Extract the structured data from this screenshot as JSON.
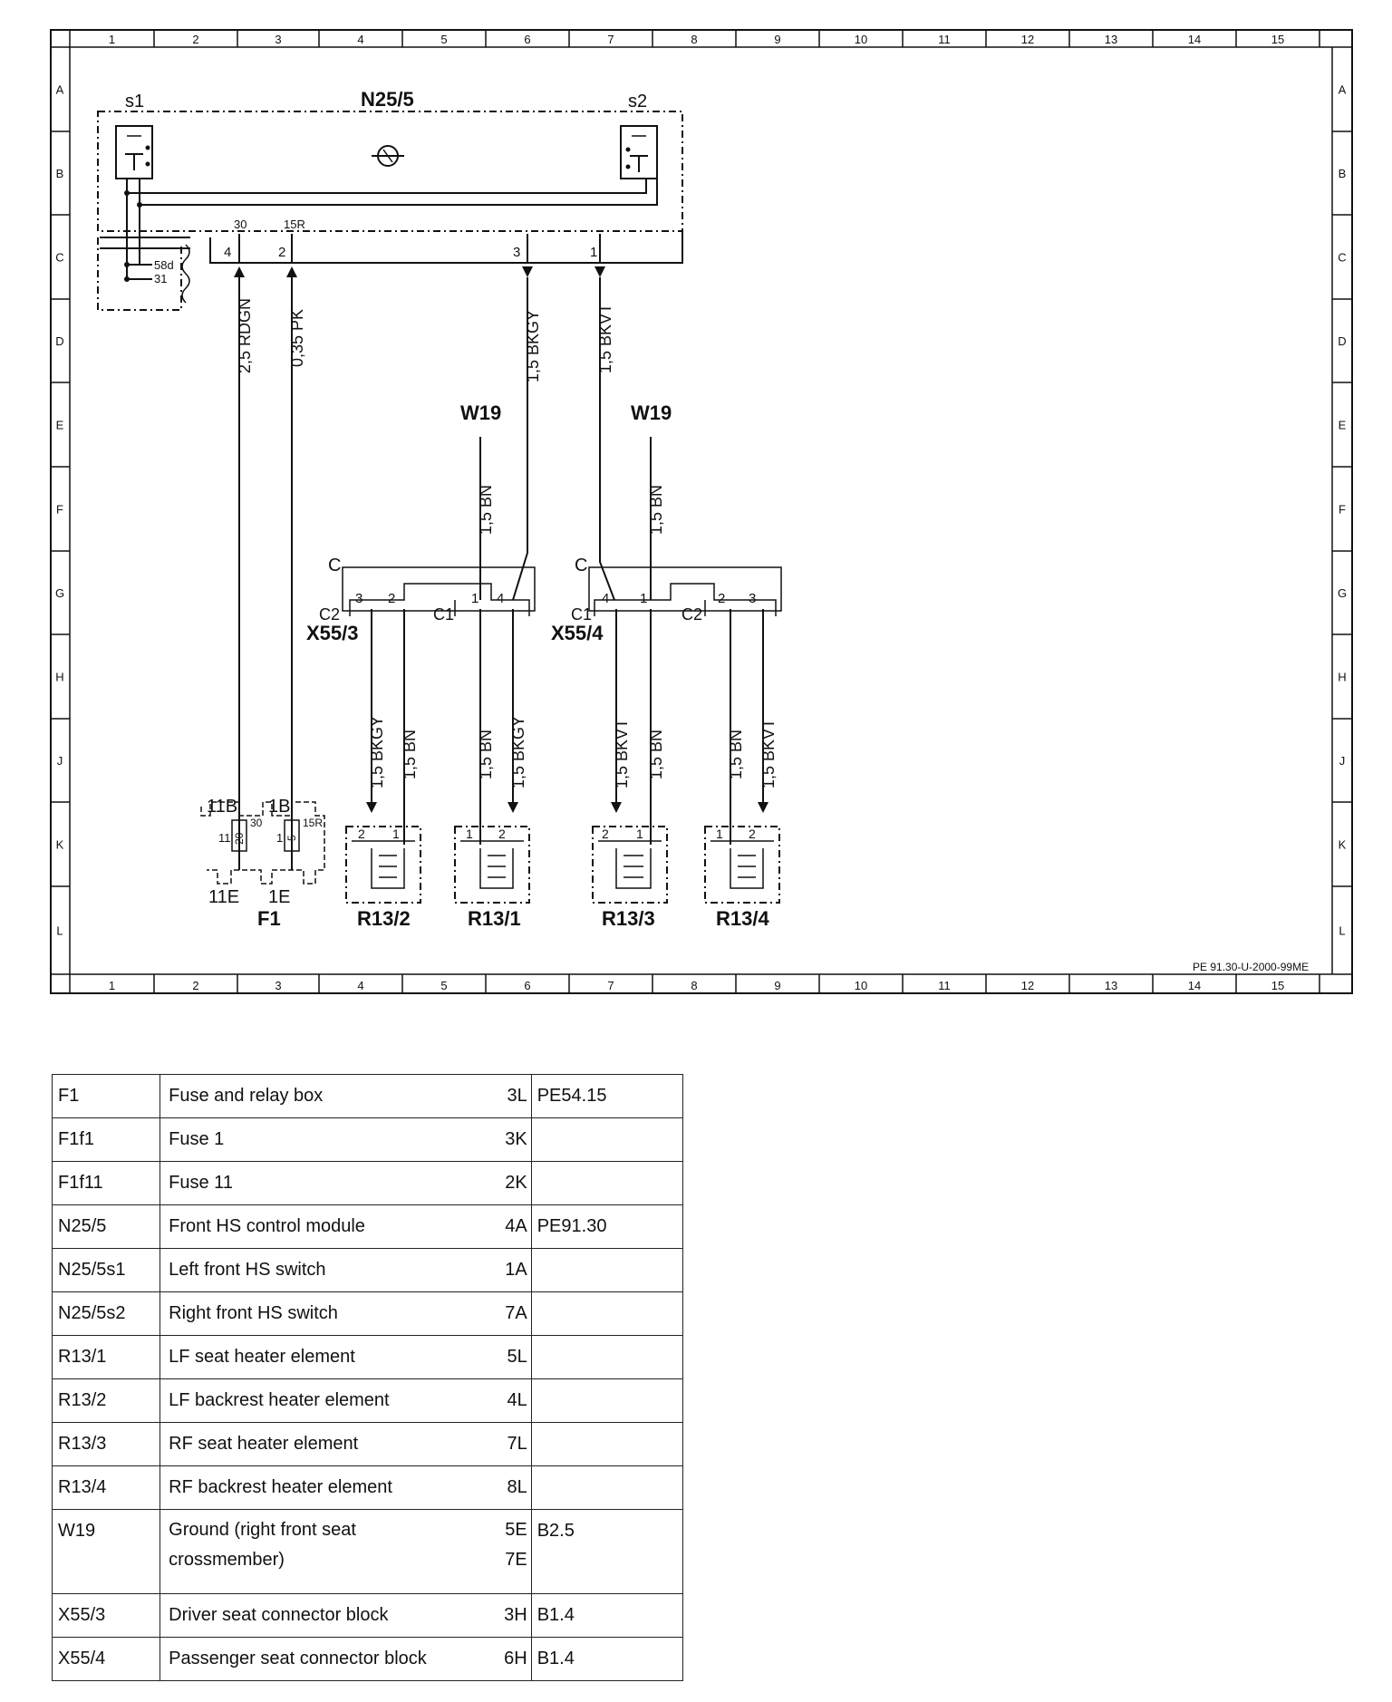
{
  "diagram": {
    "grid_columns": [
      "1",
      "2",
      "3",
      "4",
      "5",
      "6",
      "7",
      "8",
      "9",
      "10",
      "11",
      "12",
      "13",
      "14",
      "15"
    ],
    "grid_rows": [
      "A",
      "B",
      "C",
      "D",
      "E",
      "F",
      "G",
      "H",
      "J",
      "K",
      "L"
    ],
    "drawing_id": "PE 91.30-U-2000-99ME",
    "module": {
      "name": "N25/5",
      "switch_left": "s1",
      "switch_right": "s2"
    },
    "module_pins": {
      "p30": "30",
      "p15r": "15R",
      "n4": "4",
      "n2": "2",
      "n3": "3",
      "n1": "1",
      "t58d": "58d",
      "t31": "31"
    },
    "wires": {
      "w_rdgn": "2,5 RDGN",
      "w_pk": "0,35 PK",
      "w_bkgy": "1,5 BKGY",
      "w_bkvt": "1,5 BKVT",
      "w_bn": "1,5 BN"
    },
    "grounds": {
      "left": "W19",
      "right": "W19"
    },
    "connectors": {
      "x553": {
        "name": "X55/3",
        "c": "C",
        "c1": "C1",
        "c2": "C2"
      },
      "x554": {
        "name": "X55/4",
        "c": "C",
        "c1": "C1",
        "c2": "C2"
      }
    },
    "pins": {
      "p1": "1",
      "p2": "2",
      "p3": "3",
      "p4": "4"
    },
    "fuse": {
      "name": "F1",
      "t11b": "11B",
      "t1b": "1B",
      "t11e": "11E",
      "t1e": "1E",
      "f11": "11",
      "f1": "1",
      "a20": "20",
      "a5": "5",
      "k30": "30",
      "k15r": "15R"
    },
    "heaters": [
      "R13/2",
      "R13/1",
      "R13/3",
      "R13/4"
    ]
  },
  "legend": [
    {
      "code": "F1",
      "description": "Fuse and relay box",
      "location": "3L",
      "ref": "PE54.15"
    },
    {
      "code": "F1f1",
      "description": "Fuse 1",
      "location": "3K",
      "ref": ""
    },
    {
      "code": "F1f11",
      "description": "Fuse 11",
      "location": "2K",
      "ref": ""
    },
    {
      "code": "N25/5",
      "description": "Front HS control module",
      "location": "4A",
      "ref": "PE91.30"
    },
    {
      "code": "N25/5s1",
      "description": "Left front HS switch",
      "location": "1A",
      "ref": ""
    },
    {
      "code": "N25/5s2",
      "description": "Right front HS switch",
      "location": "7A",
      "ref": ""
    },
    {
      "code": "R13/1",
      "description": "LF seat heater element",
      "location": "5L",
      "ref": ""
    },
    {
      "code": "R13/2",
      "description": "LF backrest heater element",
      "location": "4L",
      "ref": ""
    },
    {
      "code": "R13/3",
      "description": "RF seat heater element",
      "location": "7L",
      "ref": ""
    },
    {
      "code": "R13/4",
      "description": "RF backrest heater element",
      "location": "8L",
      "ref": ""
    },
    {
      "code": "W19",
      "description": "Ground (right front seat",
      "description2": "crossmember)",
      "location": "5E",
      "location2": "7E",
      "ref": "B2.5"
    },
    {
      "code": "X55/3",
      "description": "Driver seat connector block",
      "location": "3H",
      "ref": "B1.4"
    },
    {
      "code": "X55/4",
      "description": "Passenger seat connector block",
      "location": "6H",
      "ref": "B1.4"
    }
  ]
}
